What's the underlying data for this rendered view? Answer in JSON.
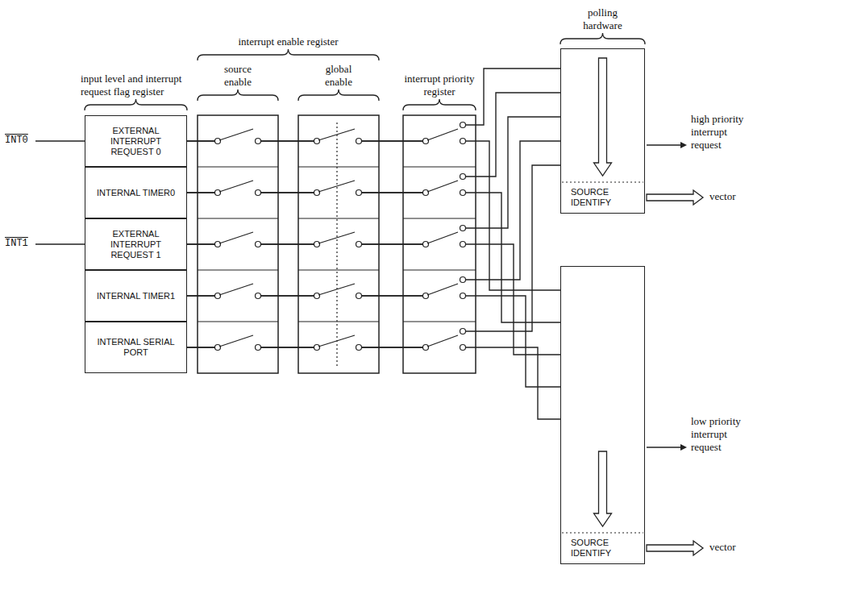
{
  "diagram": {
    "nodes": [
      {
        "text": [
          "EXTERNAL INTERRUPT REQUEST 0"
        ]
      },
      {
        "text": [
          "INTERNAL TIMER0"
        ]
      },
      {
        "text": [
          "EXTERNAL INTERRUPT REQUEST 1"
        ]
      },
      {
        "text": [
          "INTERNAL TIMER1"
        ]
      },
      {
        "text": [
          "INTERNAL SERIAL PORT"
        ]
      },
      {
        "text": [
          "SOURCE IDENTIFY"
        ]
      },
      {
        "text": [
          "SOURCE IDENTIFY"
        ]
      }
    ],
    "edges": [
      {
        "from": 0,
        "to": 5,
        "arrow": "none"
      },
      {
        "from": 0,
        "to": 6,
        "arrow": "none"
      },
      {
        "from": 1,
        "to": 5,
        "arrow": "none"
      },
      {
        "from": 1,
        "to": 6,
        "arrow": "none"
      },
      {
        "from": 2,
        "to": 5,
        "arrow": "none"
      },
      {
        "from": 2,
        "to": 6,
        "arrow": "none"
      },
      {
        "from": 3,
        "to": 5,
        "arrow": "none"
      },
      {
        "from": 3,
        "to": 6,
        "arrow": "none"
      },
      {
        "from": 4,
        "to": 5,
        "arrow": "none"
      },
      {
        "from": 4,
        "to": 6,
        "arrow": "none"
      }
    ],
    "labels": [
      "input level and interrupt request flag register",
      "interrupt enable register",
      "source enable",
      "global enable",
      "interrupt priority register",
      "polling hardware",
      "high priority interrupt request",
      "vector",
      "low priority interrupt request",
      "vector",
      "INT0",
      "INT1"
    ]
  }
}
